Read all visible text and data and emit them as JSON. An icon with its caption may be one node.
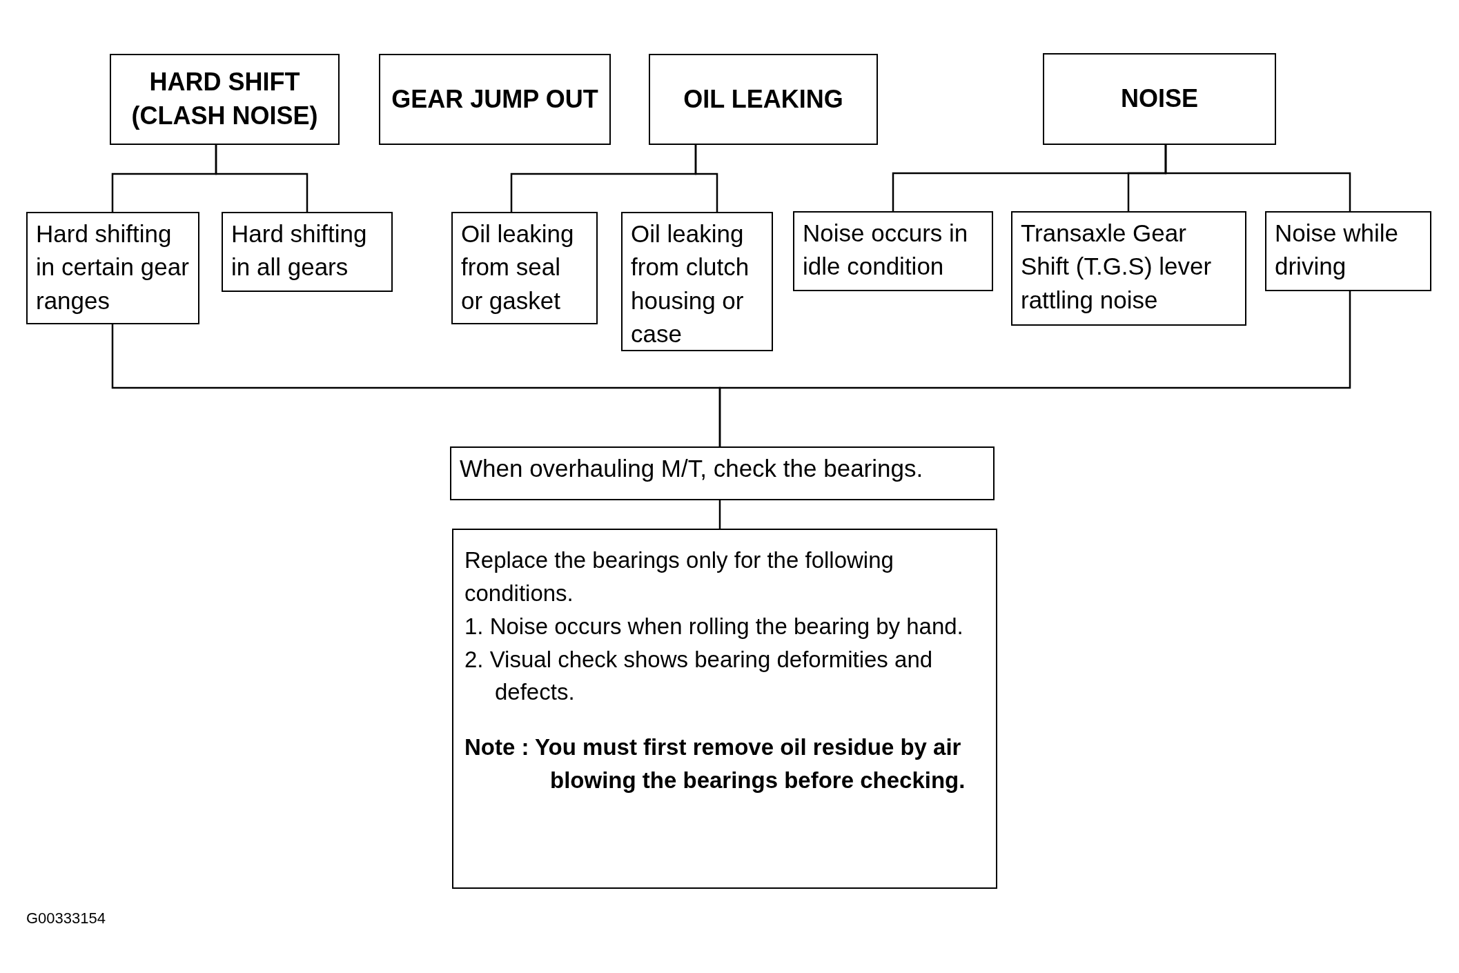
{
  "diagram": {
    "nodes": [
      {
        "text": [
          "HARD SHIFT (CLASH NOISE)"
        ]
      },
      {
        "text": [
          "GEAR JUMP OUT"
        ]
      },
      {
        "text": [
          "OIL LEAKING"
        ]
      },
      {
        "text": [
          "NOISE"
        ]
      },
      {
        "text": [
          "Hard shifting in certain gear ranges"
        ]
      },
      {
        "text": [
          "Hard shifting in all gears"
        ]
      },
      {
        "text": [
          "Oil leaking from seal or gasket"
        ]
      },
      {
        "text": [
          "Oil leaking from clutch housing or case"
        ]
      },
      {
        "text": [
          "Noise occurs in idle condition"
        ]
      },
      {
        "text": [
          "Transaxle Gear Shift (T.G.S) lever rattling noise"
        ]
      },
      {
        "text": [
          "Noise while driving"
        ]
      },
      {
        "text": [
          "When overhauling M/T, check the bearings."
        ]
      },
      {
        "text": [
          "Replace the bearings only for the following conditions.",
          "1. Noise occurs when rolling the bearing by hand.",
          "2. Visual check shows bearing deformities and defects.",
          "Note : You must first remove oil residue by air blowing the bearings before checking."
        ]
      }
    ],
    "edges": [
      {
        "from": 0,
        "to": 4,
        "arrow": "none"
      },
      {
        "from": 0,
        "to": 5,
        "arrow": "none"
      },
      {
        "from": 2,
        "to": 6,
        "arrow": "none"
      },
      {
        "from": 2,
        "to": 7,
        "arrow": "none"
      },
      {
        "from": 3,
        "to": 8,
        "arrow": "none"
      },
      {
        "from": 3,
        "to": 9,
        "arrow": "none"
      },
      {
        "from": 3,
        "to": 10,
        "arrow": "none"
      },
      {
        "from": 4,
        "to": 11,
        "arrow": "none"
      },
      {
        "from": 10,
        "to": 11,
        "arrow": "none"
      },
      {
        "from": 11,
        "to": 12,
        "arrow": "none"
      }
    ],
    "labels": [
      "G00333154"
    ]
  }
}
